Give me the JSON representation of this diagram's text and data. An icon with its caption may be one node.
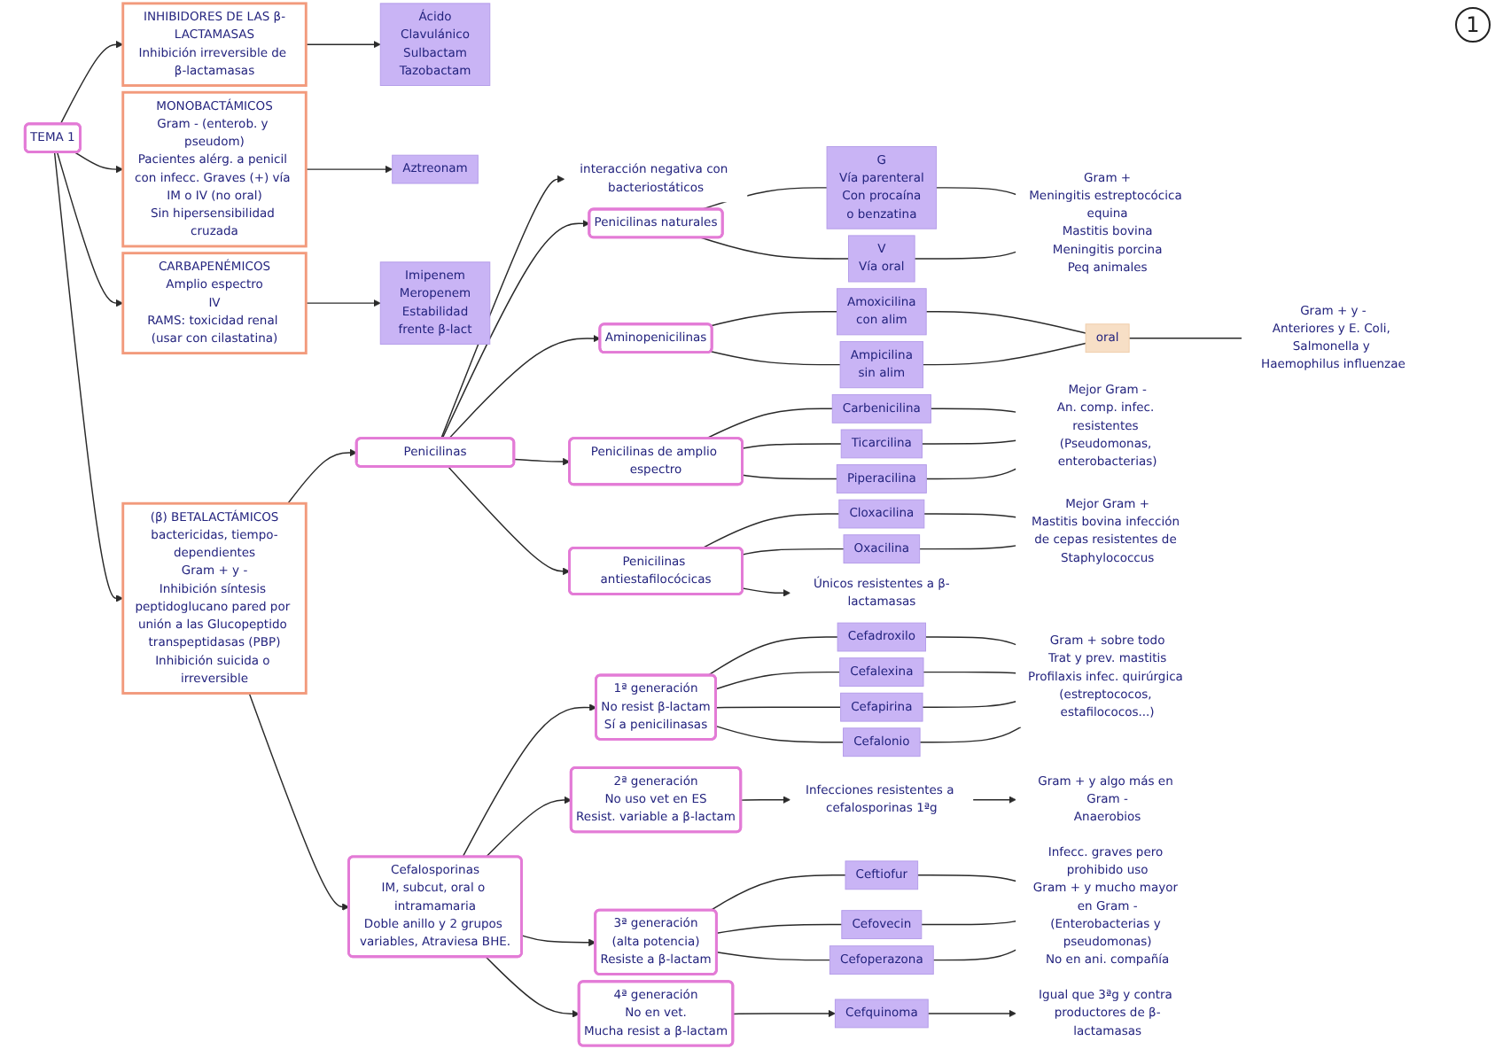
{
  "diagram": {
    "nodes": [
      {
        "text": [
          "TEMA 1"
        ]
      },
      {
        "text": [
          "(β) BETALACTÁMICOS",
          "bactericidas, tiempo-dependientes",
          "Gram + y -",
          "Inhibición síntesis peptidoglucano pared por unión a las Glucopeptido transpeptidasas (PBP)",
          "Inhibición suicida o irreversible"
        ]
      },
      {
        "text": [
          "INHIBIDORES DE LAS β-LACTAMASAS",
          "Inhibición irreversible de β-lactamasas"
        ]
      },
      {
        "text": [
          "Ácido Clavulánico",
          "Sulbactam",
          "Tazobactam"
        ]
      },
      {
        "text": [
          "MONOBACTÁMICOS",
          "Gram - (enterob. y pseudom)",
          "Pacientes alérg. a penicil con infecc. Graves (+) vía IM o IV (no oral)",
          "Sin hipersensibilidad cruzada"
        ]
      },
      {
        "text": [
          "Aztreonam"
        ]
      },
      {
        "text": [
          "CARBAPENÉMICOS",
          "Amplio espectro",
          "IV",
          "RAMS: toxicidad renal (usar con cilastatina)"
        ]
      },
      {
        "text": [
          "Imipenem",
          "Meropenem",
          "Estabilidad frente β-lact"
        ]
      },
      {
        "text": [
          "interacción negativa con bacteriostáticos"
        ]
      },
      {
        "text": [
          "Penicilinas"
        ]
      },
      {
        "text": [
          "Cefalosporinas",
          "IM, subcut, oral o intramamaria",
          "Doble anillo y 2 grupos variables, Atraviesa BHE."
        ]
      },
      {
        "text": [
          "Penicilinas naturales"
        ]
      },
      {
        "text": [
          "G",
          "Vía parenteral",
          "Con procaína o benzatina"
        ]
      },
      {
        "text": [
          "V",
          "Vía oral"
        ]
      },
      {
        "text": [
          "Gram +",
          "Meningitis estreptocócica equina",
          "Mastitis bovina",
          "Meningitis porcina",
          "Peq animales"
        ]
      },
      {
        "text": [
          "Aminopenicilinas"
        ]
      },
      {
        "text": [
          "Amoxicilina",
          "con alim"
        ]
      },
      {
        "text": [
          "Ampicilina",
          "sin alim"
        ]
      },
      {
        "text": [
          "oral"
        ]
      },
      {
        "text": [
          "Gram + y -",
          "Anteriores y E. Coli, Salmonella y Haemophilus influenzae"
        ]
      },
      {
        "text": [
          "Penicilinas de amplio espectro"
        ]
      },
      {
        "text": [
          "Carbenicilina"
        ]
      },
      {
        "text": [
          "Ticarcilina"
        ]
      },
      {
        "text": [
          "Piperacilina"
        ]
      },
      {
        "text": [
          "Mejor Gram -",
          "An. comp. infec. resistentes (Pseudomonas, enterobacterias)"
        ]
      },
      {
        "text": [
          "Penicilinas antiestafilocócicas"
        ]
      },
      {
        "text": [
          "Cloxacilina"
        ]
      },
      {
        "text": [
          "Oxacilina"
        ]
      },
      {
        "text": [
          "Mejor Gram +",
          "Mastitis bovina infección de cepas resistentes de Staphylococcus"
        ]
      },
      {
        "text": [
          "Únicos resistentes a β-lactamasas"
        ]
      },
      {
        "text": [
          "1ª generación",
          "No resist β-lactam",
          "Sí a penicilinasas"
        ]
      },
      {
        "text": [
          "Cefadroxilo"
        ]
      },
      {
        "text": [
          "Cefalexina"
        ]
      },
      {
        "text": [
          "Cefapirina"
        ]
      },
      {
        "text": [
          "Cefalonio"
        ]
      },
      {
        "text": [
          "Gram + sobre todo",
          "Trat y prev. mastitis",
          "Profilaxis infec. quirúrgica (estreptococos, estafilococos...)"
        ]
      },
      {
        "text": [
          "2ª generación",
          "No uso vet en ES",
          "Resist. variable a β-lactam"
        ]
      },
      {
        "text": [
          "Infecciones resistentes a cefalosporinas 1ªg"
        ]
      },
      {
        "text": [
          "Gram + y algo más en Gram -",
          "Anaerobios"
        ]
      },
      {
        "text": [
          "3ª generación",
          "(alta potencia)",
          "Resiste a β-lactam"
        ]
      },
      {
        "text": [
          "Ceftiofur"
        ]
      },
      {
        "text": [
          "Cefovecin"
        ]
      },
      {
        "text": [
          "Cefoperazona"
        ]
      },
      {
        "text": [
          "Infecc. graves pero prohibido uso",
          "Gram + y mucho mayor en Gram -",
          "(Enterobacterias y pseudomonas)",
          "No en ani. compañía"
        ]
      },
      {
        "text": [
          "4ª generación",
          "No en vet.",
          "Mucha resist a β-lactam"
        ]
      },
      {
        "text": [
          "Cefquinoma"
        ]
      },
      {
        "text": [
          "Igual que 3ªg y contra productores de β-lactamasas"
        ]
      }
    ],
    "edges": [
      {
        "from": 0,
        "to": 1,
        "arrow": "to"
      },
      {
        "from": 0,
        "to": 2,
        "arrow": "to"
      },
      {
        "from": 0,
        "to": 4,
        "arrow": "to"
      },
      {
        "from": 0,
        "to": 6,
        "arrow": "to"
      },
      {
        "from": 2,
        "to": 3,
        "arrow": "to"
      },
      {
        "from": 4,
        "to": 5,
        "arrow": "to"
      },
      {
        "from": 6,
        "to": 7,
        "arrow": "to"
      },
      {
        "from": 1,
        "to": 9,
        "arrow": "to"
      },
      {
        "from": 1,
        "to": 10,
        "arrow": "to"
      },
      {
        "from": 9,
        "to": 8,
        "arrow": "to"
      },
      {
        "from": 9,
        "to": 11,
        "arrow": "to"
      },
      {
        "from": 9,
        "to": 15,
        "arrow": "to"
      },
      {
        "from": 9,
        "to": 20,
        "arrow": "to"
      },
      {
        "from": 9,
        "to": 25,
        "arrow": "to"
      },
      {
        "from": 11,
        "to": 12,
        "arrow": "none"
      },
      {
        "from": 11,
        "to": 13,
        "arrow": "none"
      },
      {
        "from": 12,
        "to": 14,
        "arrow": "none"
      },
      {
        "from": 13,
        "to": 14,
        "arrow": "none"
      },
      {
        "from": 15,
        "to": 16,
        "arrow": "none"
      },
      {
        "from": 15,
        "to": 17,
        "arrow": "none"
      },
      {
        "from": 16,
        "to": 18,
        "arrow": "none"
      },
      {
        "from": 17,
        "to": 18,
        "arrow": "none"
      },
      {
        "from": 18,
        "to": 19,
        "arrow": "none"
      },
      {
        "from": 20,
        "to": 21,
        "arrow": "none"
      },
      {
        "from": 20,
        "to": 22,
        "arrow": "none"
      },
      {
        "from": 20,
        "to": 23,
        "arrow": "none"
      },
      {
        "from": 21,
        "to": 24,
        "arrow": "none"
      },
      {
        "from": 22,
        "to": 24,
        "arrow": "none"
      },
      {
        "from": 23,
        "to": 24,
        "arrow": "none"
      },
      {
        "from": 25,
        "to": 26,
        "arrow": "none"
      },
      {
        "from": 25,
        "to": 27,
        "arrow": "none"
      },
      {
        "from": 26,
        "to": 28,
        "arrow": "none"
      },
      {
        "from": 27,
        "to": 28,
        "arrow": "none"
      },
      {
        "from": 25,
        "to": 29,
        "arrow": "to"
      },
      {
        "from": 10,
        "to": 30,
        "arrow": "to"
      },
      {
        "from": 10,
        "to": 36,
        "arrow": "to"
      },
      {
        "from": 10,
        "to": 39,
        "arrow": "to"
      },
      {
        "from": 10,
        "to": 44,
        "arrow": "to"
      },
      {
        "from": 30,
        "to": 31,
        "arrow": "none"
      },
      {
        "from": 30,
        "to": 32,
        "arrow": "none"
      },
      {
        "from": 30,
        "to": 33,
        "arrow": "none"
      },
      {
        "from": 30,
        "to": 34,
        "arrow": "none"
      },
      {
        "from": 31,
        "to": 35,
        "arrow": "none"
      },
      {
        "from": 32,
        "to": 35,
        "arrow": "none"
      },
      {
        "from": 33,
        "to": 35,
        "arrow": "none"
      },
      {
        "from": 34,
        "to": 35,
        "arrow": "none"
      },
      {
        "from": 36,
        "to": 37,
        "arrow": "to"
      },
      {
        "from": 37,
        "to": 38,
        "arrow": "to"
      },
      {
        "from": 39,
        "to": 40,
        "arrow": "none"
      },
      {
        "from": 39,
        "to": 41,
        "arrow": "none"
      },
      {
        "from": 39,
        "to": 42,
        "arrow": "none"
      },
      {
        "from": 40,
        "to": 43,
        "arrow": "none"
      },
      {
        "from": 41,
        "to": 43,
        "arrow": "none"
      },
      {
        "from": 42,
        "to": 43,
        "arrow": "none"
      },
      {
        "from": 44,
        "to": 45,
        "arrow": "to"
      },
      {
        "from": 45,
        "to": 46,
        "arrow": "to"
      }
    ],
    "labels": [
      "1"
    ]
  }
}
